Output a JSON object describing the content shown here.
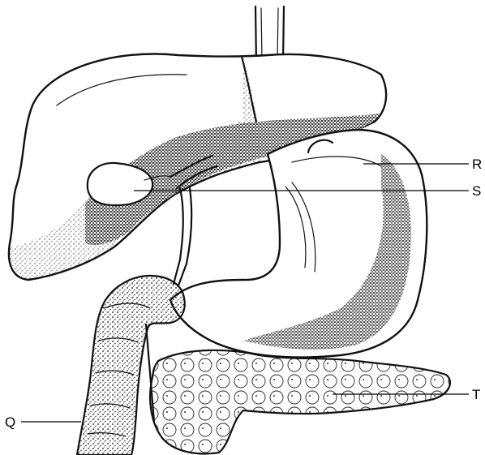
{
  "labels": {
    "r": "R",
    "s": "S",
    "t": "T",
    "q": "Q"
  }
}
